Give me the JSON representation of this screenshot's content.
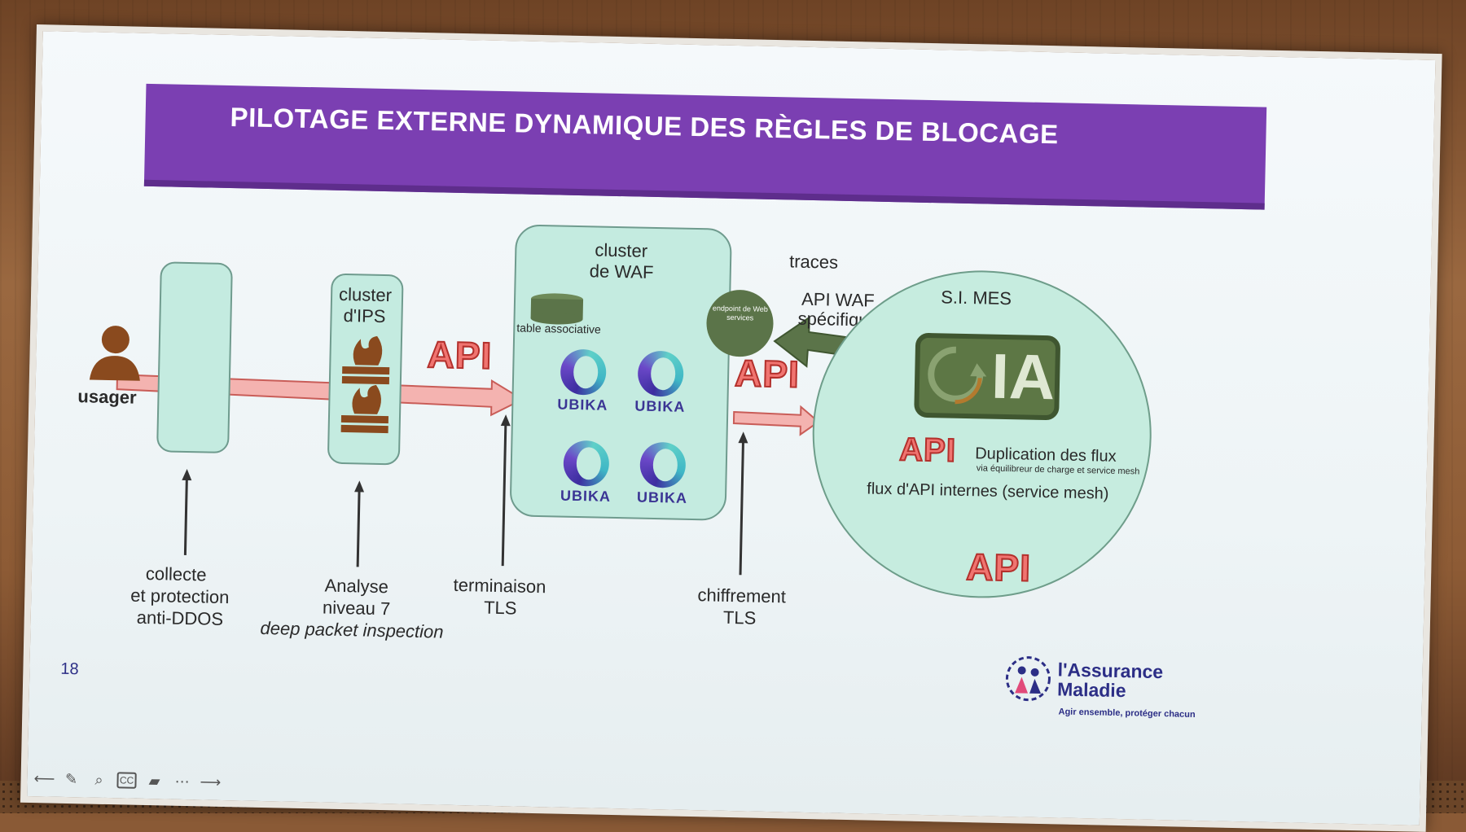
{
  "slide": {
    "title": "PILOTAGE EXTERNE DYNAMIQUE DES RÈGLES DE BLOCAGE",
    "page_number": "18"
  },
  "labels": {
    "usager": "usager",
    "cluster_ips_1": "cluster",
    "cluster_ips_2": "d'IPS",
    "cluster_waf_1": "cluster",
    "cluster_waf_2": "de WAF",
    "table_associative": "table associative",
    "endpoint": "endpoint de Web services",
    "traces": "traces",
    "api_waf_1": "API WAF",
    "api_waf_2": "spécifique",
    "si_mes": "S.I. MES",
    "ia": "IA",
    "duplication": "Duplication des flux",
    "duplication_sub": "via équilibreur de charge et service mesh",
    "flux_internes": "flux d'API internes (service mesh)",
    "api": "API",
    "ubika": "UBIKA"
  },
  "captions": {
    "collecte_1": "collecte",
    "collecte_2": "et protection",
    "collecte_3": "anti-DDOS",
    "analyse_1": "Analyse",
    "analyse_2": "niveau 7",
    "analyse_3": "deep packet inspection",
    "terminaison_1": "terminaison",
    "terminaison_2": "TLS",
    "chiffrement_1": "chiffrement",
    "chiffrement_2": "TLS"
  },
  "brand": {
    "name_1": "l'Assurance",
    "name_2": "Maladie",
    "tagline": "Agir ensemble, protéger chacun"
  },
  "colors": {
    "title_band": "#7b3fb2",
    "panel": "#c4ebe0",
    "arrow_green": "#5b7449",
    "arrow_red": "#f0a8a6",
    "api_text": "#f07470"
  }
}
